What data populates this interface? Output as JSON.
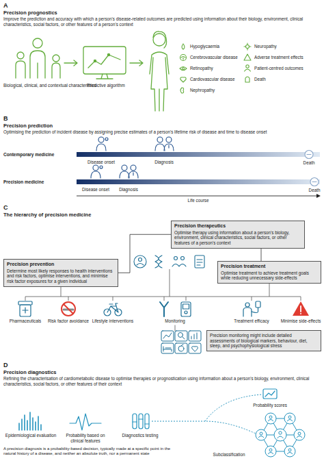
{
  "diagram": {
    "nodes": [
      {
        "text": [
          "Precision therapeutics",
          "Optimise therapy using information about a person's biology, environment, clinical characteristics, social factors, or other features of a person's context"
        ]
      },
      {
        "text": [
          "Precision prevention",
          "Determine most likely responses to health interventions and risk factors, optimise interventions, and minimise risk factor exposures for a given individual"
        ]
      },
      {
        "text": [
          "Precision treatment",
          "Optimise treatment to achieve treatment goals while reducing unnecessary side-effects"
        ]
      },
      {
        "text": [
          "Precision monitoring might include detailed assessments of biological markers, behaviour, diet, sleep, and psychophysiological stress"
        ]
      }
    ],
    "edges": [
      {
        "from": 0,
        "to": 1,
        "arrow": "none"
      },
      {
        "from": 0,
        "to": 2,
        "arrow": "none"
      }
    ],
    "labels": [
      "A",
      "Precision prognostics",
      "Improve the prediction and accuracy with which a person's disease-related outcomes are predicted using information about their biology, environment, clinical characteristics, social factors, or other features of a person's context",
      "Biological, clinical, and contextual characteristics",
      "Predictive algorithm",
      "Hypoglycaemia",
      "Neuropathy",
      "Cerebrovascular disease",
      "Adverse treatment effects",
      "Retinopathy",
      "Patient-centred outcomes",
      "Cardiovascular disease",
      "Death",
      "Nephropathy",
      "B",
      "Precision prediction",
      "Optimising the prediction of incident disease by assigning precise estimates of a person's lifetime risk of disease and time to disease onset",
      "Contemporary medicine",
      "Disease onset",
      "Diagnosis",
      "Death",
      "Precision medicine",
      "Disease onset",
      "Diagnosis",
      "Death",
      "Life course",
      "C",
      "The hierarchy of precision medicine",
      "Pharmaceuticals",
      "Risk factor avoidance",
      "Lifestyle interventions",
      "Monitoring",
      "Treatment efficacy",
      "Minimise side-effects",
      "D",
      "Precision diagnostics",
      "Refining the characterisation of cardiometabolic disease to optimise therapies or prognostication using information about a person's biology, environment, clinical characteristics, social factors, or other features of their context",
      "Probability scores",
      "Epidemiological evaluation",
      "Probability based on clinical features",
      "Diagnostics testing",
      "A precision diagnosis is a probability-based decision, typically made at a specific point in the natural history of a disease, and neither an absolute truth, nor a permanent state",
      "Subclassification"
    ]
  }
}
